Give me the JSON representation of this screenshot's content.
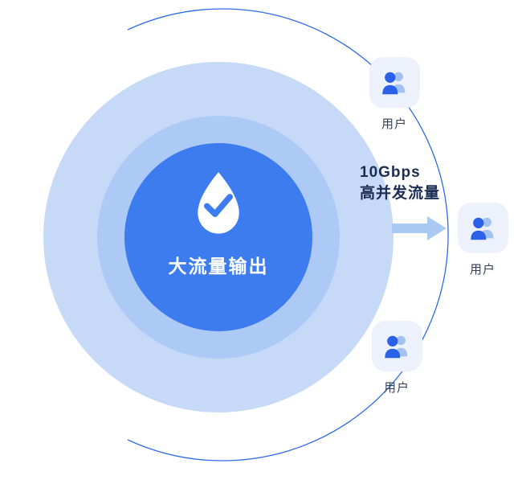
{
  "diagram": {
    "title": "大流量输出",
    "center": {
      "label": "大流量输出",
      "icon": "water-drop-trend-icon"
    },
    "flow": {
      "line1": "10Gbps",
      "line2": "高并发流量"
    },
    "users": [
      {
        "label": "用户",
        "position": "top-right"
      },
      {
        "label": "用户",
        "position": "middle-right"
      },
      {
        "label": "用户",
        "position": "bottom-right"
      }
    ],
    "colors": {
      "outer_circle": "#C6DAF8",
      "middle_circle": "#ADC9F6",
      "inner_circle": "#3C7CEF",
      "orbit_arc": "#2F6BE8",
      "arrow": "#AACAF5",
      "card_bg": "#EDF1FB",
      "user_icon_front": "#2A61E8",
      "user_icon_back": "#A3C1F3",
      "flow_text": "#1B2D52",
      "user_label_text": "#343F58",
      "center_text": "#FFFFFF"
    }
  }
}
